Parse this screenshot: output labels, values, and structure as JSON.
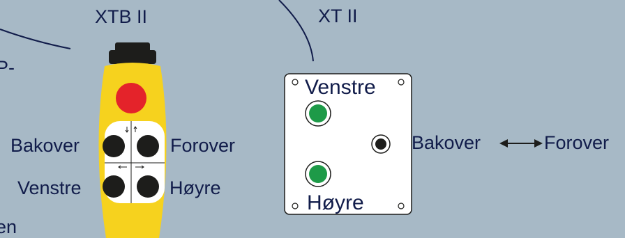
{
  "left_cutoff": {
    "fragment_top": "P-",
    "fragment_bottom": "en"
  },
  "pendant_xtb": {
    "title": "XTB II",
    "left_upper": "Bakover",
    "right_upper": "Forover",
    "left_lower": "Venstre",
    "right_lower": "Høyre"
  },
  "pendant_xt": {
    "title": "XT II",
    "top_label": "Venstre",
    "bottom_label": "Høyre",
    "side_left": "Bakover",
    "side_right": "Forover"
  },
  "colors": {
    "background": "#a7b9c6",
    "pendant_yellow": "#f6d21e",
    "stop_red": "#e4232a",
    "button_green": "#1e9a48",
    "text_navy": "#111c4a"
  },
  "icons": [
    "emergency-stop-icon",
    "green-button-icon",
    "black-button-icon",
    "double-arrow-icon"
  ]
}
